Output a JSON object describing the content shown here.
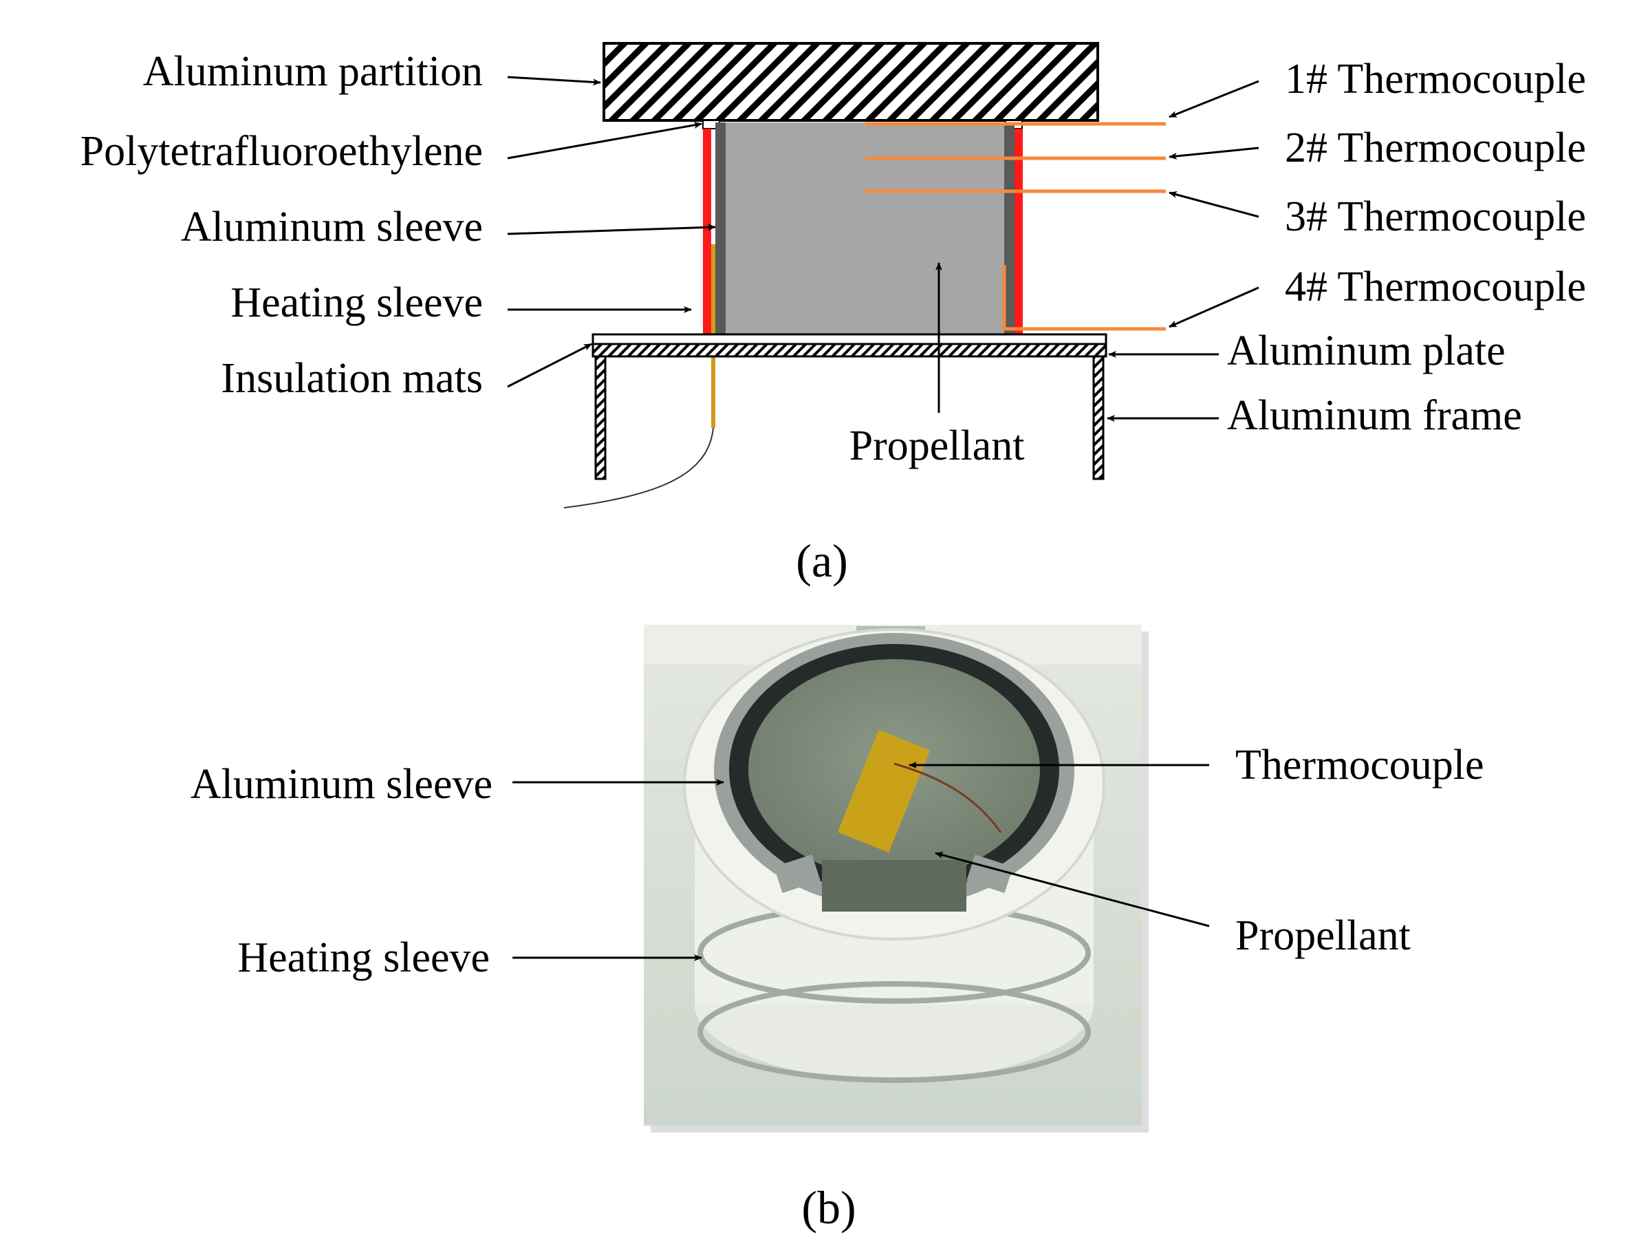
{
  "panel_a": {
    "labels": {
      "aluminum_partition": "Aluminum partition",
      "ptfe": "Polytetrafluoroethylene",
      "aluminum_sleeve": "Aluminum sleeve",
      "heating_sleeve": "Heating sleeve",
      "insulation_mats": "Insulation mats",
      "propellant": "Propellant",
      "tc1": "1# Thermocouple",
      "tc2": "2# Thermocouple",
      "tc3": "3# Thermocouple",
      "tc4": "4# Thermocouple",
      "aluminum_plate": "Aluminum plate",
      "aluminum_frame": "Aluminum frame"
    },
    "caption": "(a)",
    "colors": {
      "heating_sleeve": "#ff1a1a",
      "thermocouple": "#f58a3c",
      "propellant": "#a6a6a6",
      "aluminum_sleeve": "#595959",
      "lead_wire": "#d19a1c"
    }
  },
  "panel_b": {
    "labels": {
      "aluminum_sleeve": "Aluminum sleeve",
      "heating_sleeve": "Heating sleeve",
      "thermocouple": "Thermocouple",
      "propellant": "Propellant"
    },
    "caption": "(b)",
    "photo_colors": {
      "background": "#d6ddd4",
      "insulation": "#eef0ea",
      "ring": "#9aa09c",
      "ring_dark": "#262a2a",
      "propellant": "#7d8a78",
      "tape": "#caa21a"
    }
  }
}
